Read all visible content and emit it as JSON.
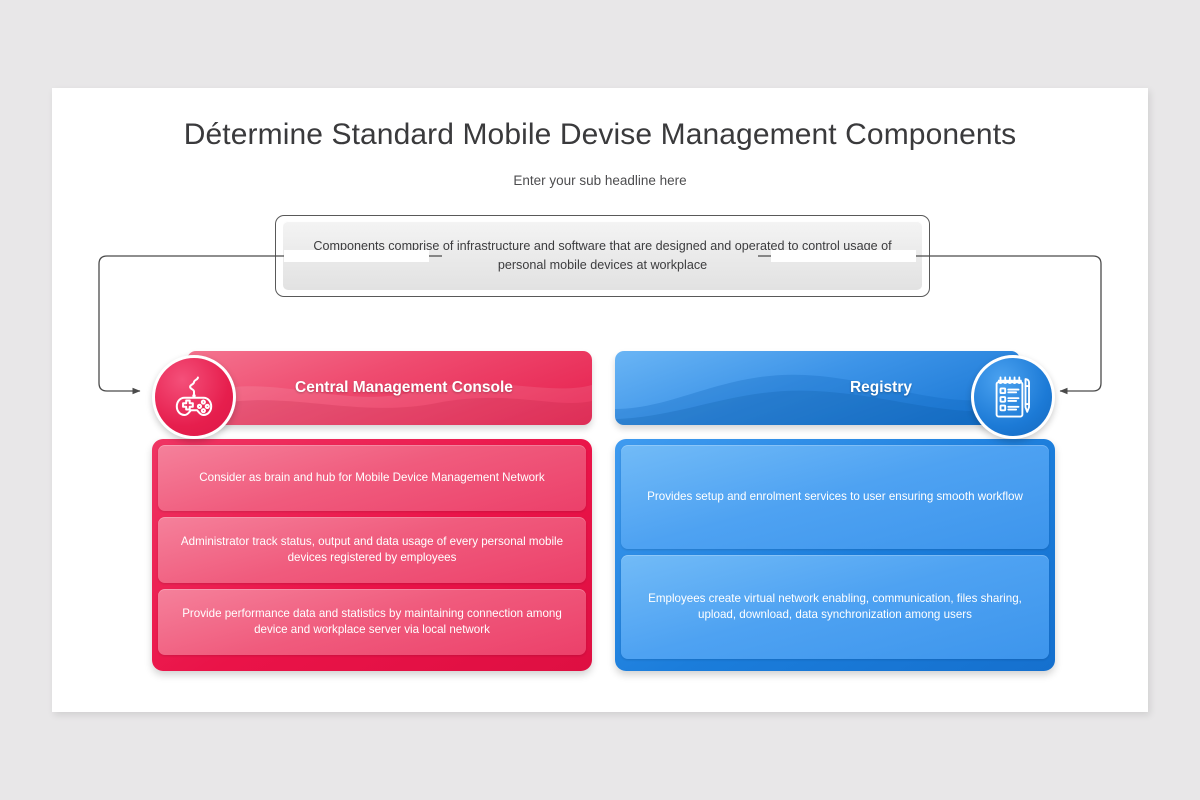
{
  "slide": {
    "title": "Détermine Standard Mobile Devise Management Components",
    "subtitle": "Enter your sub headline here",
    "description": "Components comprise of infrastructure and software that are designed and operated to control usage of personal mobile devices at workplace"
  },
  "colors": {
    "page_background": "#e8e7e8",
    "slide_background": "#ffffff",
    "title_text": "#3a3a3c",
    "red_accent": "#e61e4d",
    "red_light": "#f05b7d",
    "blue_accent": "#1c7ad6",
    "blue_light": "#4ea2f2",
    "connector_line": "#4a4a4a"
  },
  "panels": [
    {
      "id": "central-management-console",
      "heading": "Central Management Console",
      "icon": "gamepad-icon",
      "accent": "#e61e4d",
      "items": [
        "Consider as brain and hub for Mobile Device Management Network",
        "Administrator track status, output and data usage of every personal mobile devices registered by employees",
        "Provide performance data and statistics by maintaining connection among device and workplace server via local network"
      ]
    },
    {
      "id": "registry",
      "heading": "Registry",
      "icon": "checklist-notepad-pen-icon",
      "accent": "#1c7ad6",
      "items": [
        "Provides setup and enrolment services to user ensuring smooth workflow",
        "Employees create virtual network enabling, communication, files sharing, upload, download, data synchronization among users"
      ]
    }
  ],
  "connectors": [
    {
      "id": "connector-left",
      "from": "description-banner",
      "to": "central-management-console",
      "arrow": "right"
    },
    {
      "id": "connector-right",
      "from": "description-banner",
      "to": "registry",
      "arrow": "left"
    }
  ]
}
